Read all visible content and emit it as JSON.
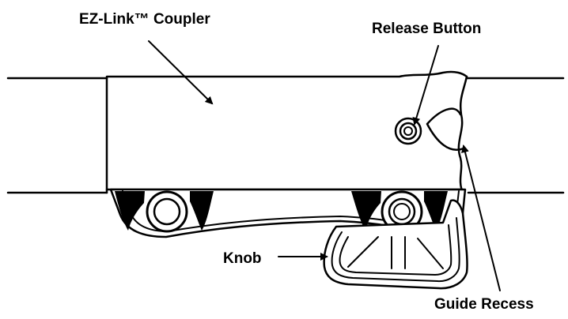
{
  "labels": {
    "coupler": "EZ-Link™ Coupler",
    "release_button": "Release Button",
    "knob": "Knob",
    "guide_recess": "Guide Recess"
  },
  "colors": {
    "line": "#000000",
    "background": "#ffffff"
  }
}
